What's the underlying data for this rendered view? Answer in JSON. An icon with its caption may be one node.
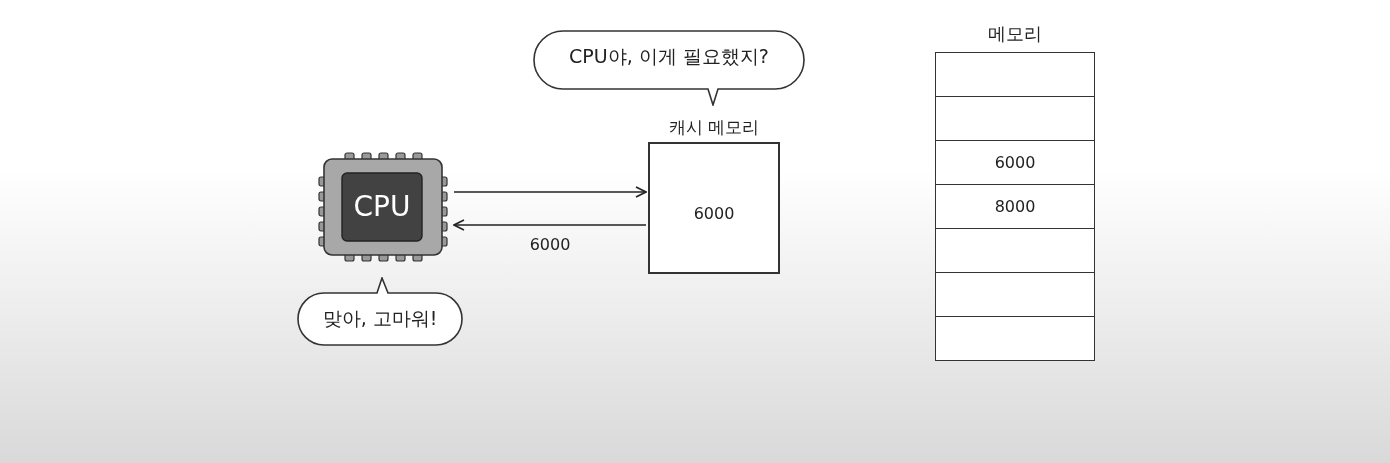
{
  "diagram": {
    "nodes": [
      {
        "text": [
          "CPU"
        ]
      },
      {
        "text": [
          "맞아, 고마워!"
        ]
      },
      {
        "text": [
          "CPU야, 이게 필요했지?"
        ]
      },
      {
        "text": [
          "캐시 메모리",
          "6000"
        ]
      },
      {
        "text": [
          "메모리"
        ]
      },
      {
        "text": [],
        "shape": "box",
        "in": 4
      },
      {
        "text": [],
        "shape": "box",
        "in": 4
      },
      {
        "text": [
          "6000"
        ],
        "in": 4
      },
      {
        "text": [
          "8000"
        ],
        "in": 4
      },
      {
        "text": [],
        "shape": "box",
        "in": 4
      },
      {
        "text": [],
        "shape": "box",
        "in": 4
      },
      {
        "text": [],
        "shape": "box",
        "in": 4
      }
    ],
    "edges": [
      {
        "from": 0,
        "to": 3,
        "arrow": "to"
      },
      {
        "from": 3,
        "to": 0,
        "label": "6000",
        "arrow": "to"
      }
    ]
  }
}
